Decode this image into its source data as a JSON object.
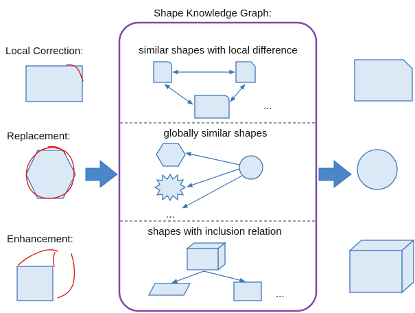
{
  "colors": {
    "frame": "#7b4ba7",
    "shape_fill": "#dbe8f6",
    "shape_stroke": "#3f77b6",
    "big_arrow": "#4a86c8",
    "sketch": "#e01b1b"
  },
  "title": "Shape Knowledge Graph:",
  "rows": [
    {
      "label": "Local Correction:"
    },
    {
      "label": "Replacement:"
    },
    {
      "label": "Enhancement:"
    }
  ],
  "graph": {
    "sections": [
      {
        "heading": "similar shapes with local difference",
        "ellipsis": "..."
      },
      {
        "heading": "globally similar shapes",
        "ellipsis": "..."
      },
      {
        "heading": "shapes with inclusion relation",
        "ellipsis": "..."
      }
    ]
  },
  "icons": [
    "big-right-arrow-icon",
    "sketch-stroke-icon",
    "hexagon-icon",
    "starburst-icon",
    "circle-icon",
    "cuboid-icon",
    "parallelogram-icon",
    "rectangle-icon"
  ]
}
